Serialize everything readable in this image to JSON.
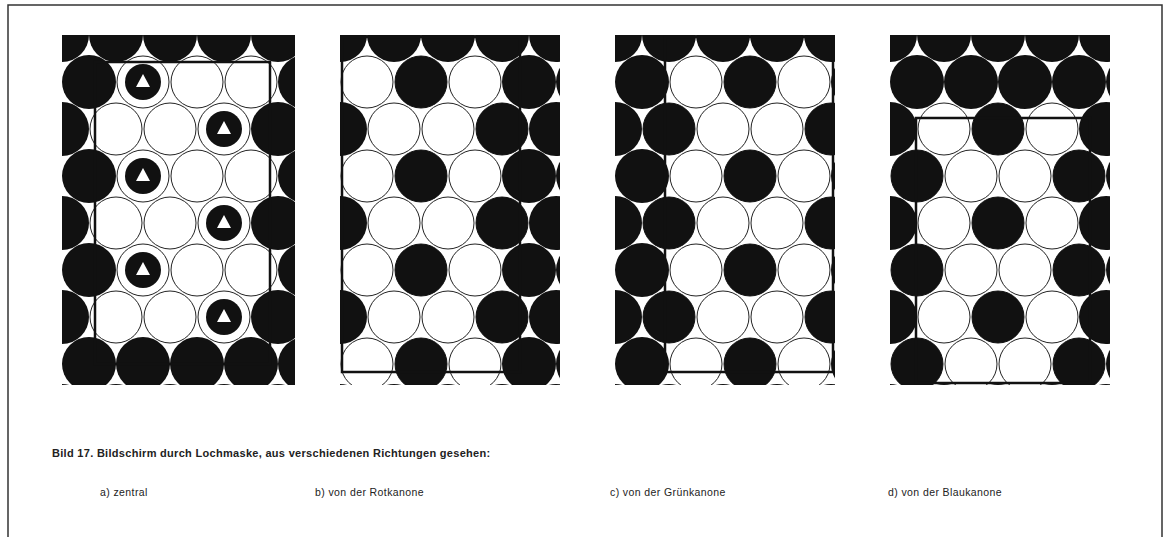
{
  "diagram": {
    "caption": "Bild 17. Bildschirm durch Lochmaske, aus verschiedenen Richtungen gesehen:",
    "labels": [
      "a) zentral",
      "b) von der Rotkanone",
      "c) von der Grünkanone",
      "d) von der Blaukanone"
    ]
  }
}
